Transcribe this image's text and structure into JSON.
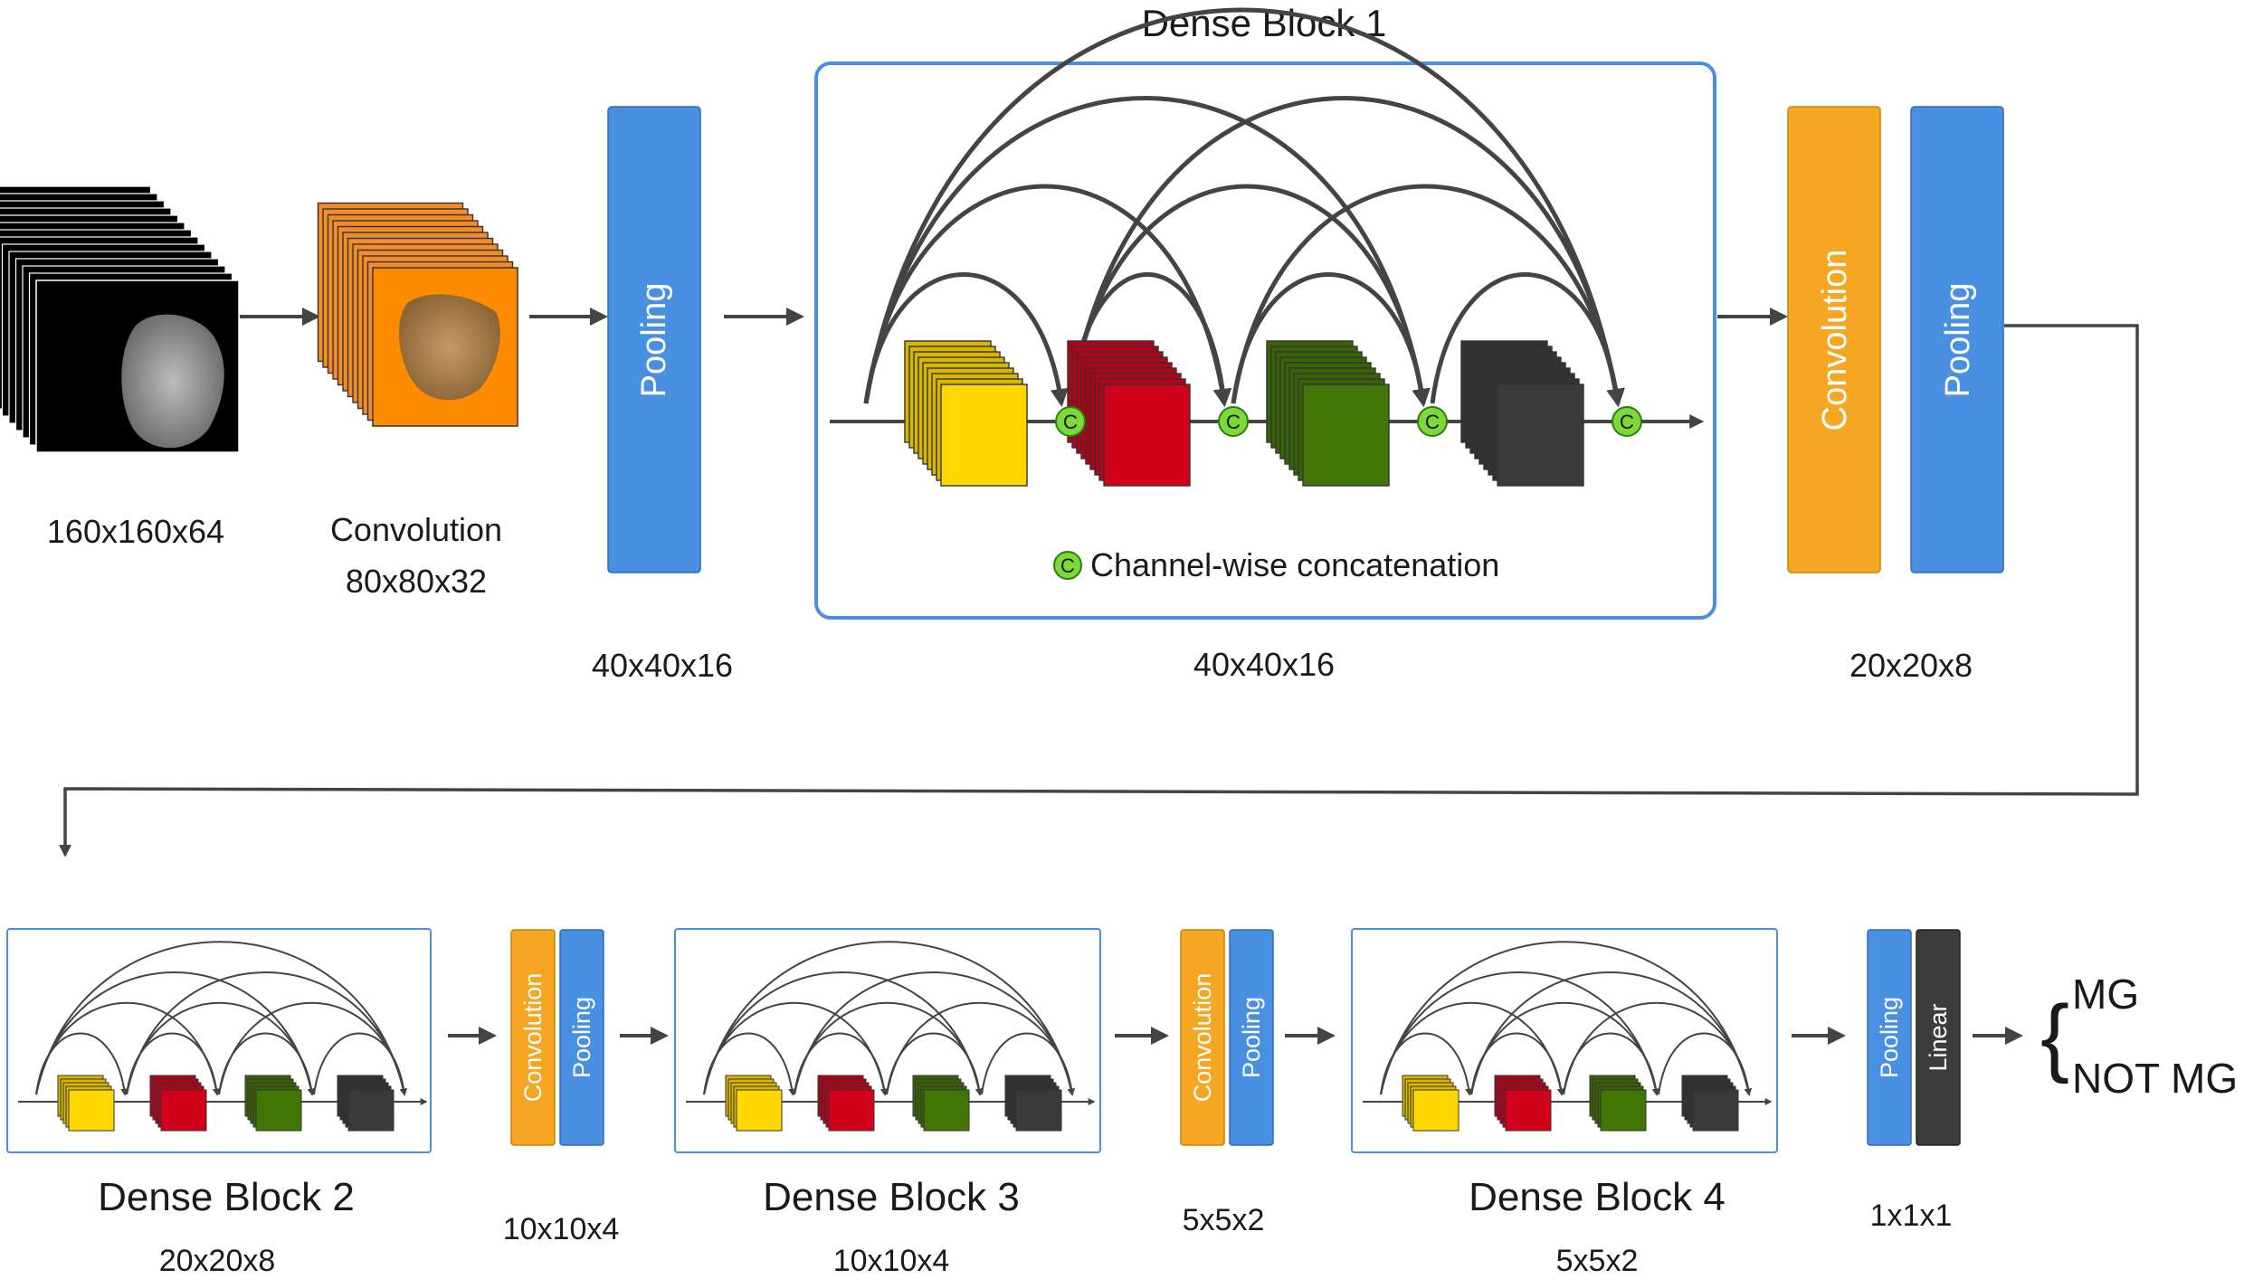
{
  "input": {
    "label": "160x160x64"
  },
  "conv1": {
    "label": "Convolution",
    "size": "80x80x32"
  },
  "pool1": {
    "label": "Pooling",
    "size": "40x40x16"
  },
  "dense1": {
    "title": "Dense Block 1",
    "size": "40x40x16",
    "concat_symbol": "C",
    "legend": "Channel-wise concatenation"
  },
  "transition1": {
    "conv_label": "Convolution",
    "pool_label": "Pooling",
    "size": "20x20x8"
  },
  "dense2": {
    "title": "Dense Block 2",
    "size": "20x20x8"
  },
  "transition2": {
    "conv_label": "Convolution",
    "pool_label": "Pooling",
    "size": "10x10x4"
  },
  "dense3": {
    "title": "Dense Block 3",
    "size": "10x10x4"
  },
  "transition3": {
    "conv_label": "Convolution",
    "pool_label": "Pooling",
    "size": "5x5x2"
  },
  "dense4": {
    "title": "Dense Block 4",
    "size": "5x5x2"
  },
  "final": {
    "pool_label": "Pooling",
    "linear_label": "Linear",
    "size": "1x1x1"
  },
  "outputs": {
    "class_a": "MG",
    "class_b": "NOT MG"
  },
  "colors": {
    "orange": "#F5A623",
    "blue": "#4A90E2",
    "dark_gray": "#3C3C3C",
    "block_border": "#4A90E2",
    "concat_green": "#7DD83A",
    "cube_yellow": "#FFD700",
    "cube_red": "#D0021B",
    "cube_green": "#417505",
    "cube_black": "#3A3A3A"
  }
}
